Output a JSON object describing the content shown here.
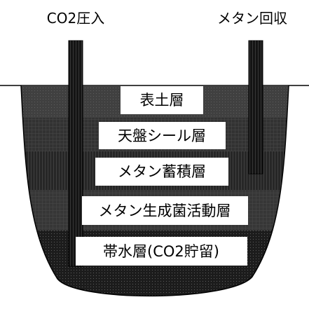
{
  "labels": {
    "co2_injection": "CO2圧入",
    "methane_recovery": "メタン回収"
  },
  "layers": [
    {
      "key": "topsoil",
      "label": "表土層"
    },
    {
      "key": "caprock",
      "label": "天盤シール層"
    },
    {
      "key": "methane_storage",
      "label": "メタン蓄積層"
    },
    {
      "key": "methanogen_activity",
      "label": "メタン生成菌活動層"
    },
    {
      "key": "aquifer",
      "label": "帯水層(CO2貯留)"
    }
  ],
  "colors": {
    "background": "#ffffff",
    "topsoil": "#404040",
    "caprock": "#323232",
    "methane_storage": "#262626",
    "methanogen_activity": "#363636",
    "aquifer": "#1c1c1c",
    "well": "#141414",
    "label_box": "#ffffff",
    "text": "#000000"
  }
}
